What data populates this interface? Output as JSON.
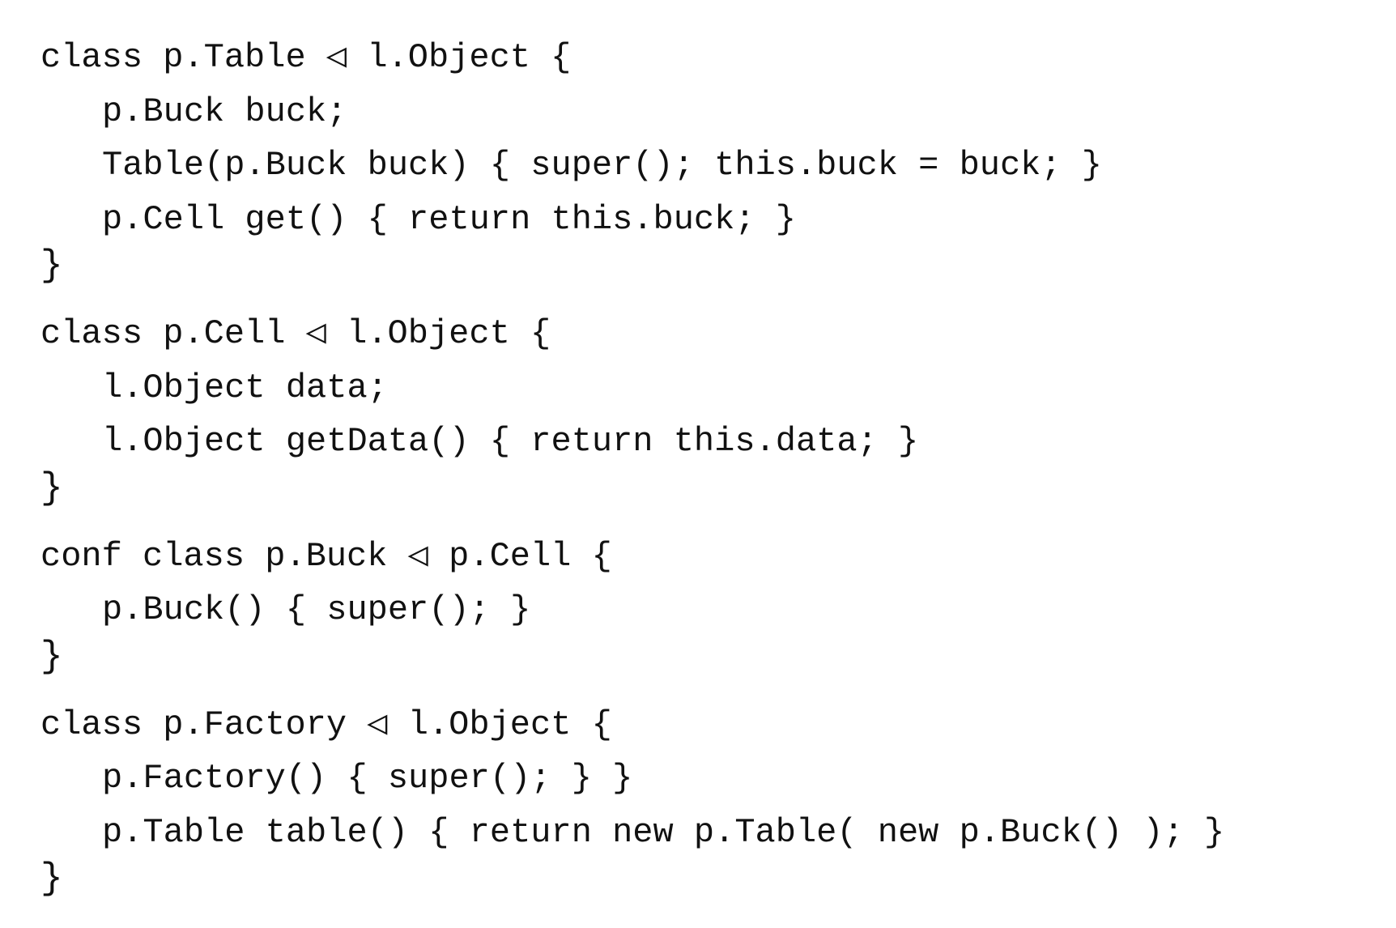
{
  "code": {
    "blocks": [
      {
        "header": "class p.Table ◁ l.Object {",
        "lines": [
          "p.Buck buck;",
          "Table(p.Buck buck) { super(); this.buck = buck; }",
          "p.Cell get() { return this.buck; }"
        ],
        "closer": "}"
      },
      {
        "header": "class p.Cell ◁ l.Object {",
        "lines": [
          "l.Object data;",
          "l.Object getData() { return this.data; }"
        ],
        "closer": "}"
      },
      {
        "header": "conf class p.Buck ◁ p.Cell {",
        "lines": [
          "p.Buck() { super(); }"
        ],
        "closer": "}"
      },
      {
        "header": "class p.Factory ◁ l.Object {",
        "lines": [
          "p.Factory() { super(); } }",
          "p.Table table() { return new p.Table( new p.Buck() ); }"
        ],
        "closer": "}"
      }
    ]
  }
}
